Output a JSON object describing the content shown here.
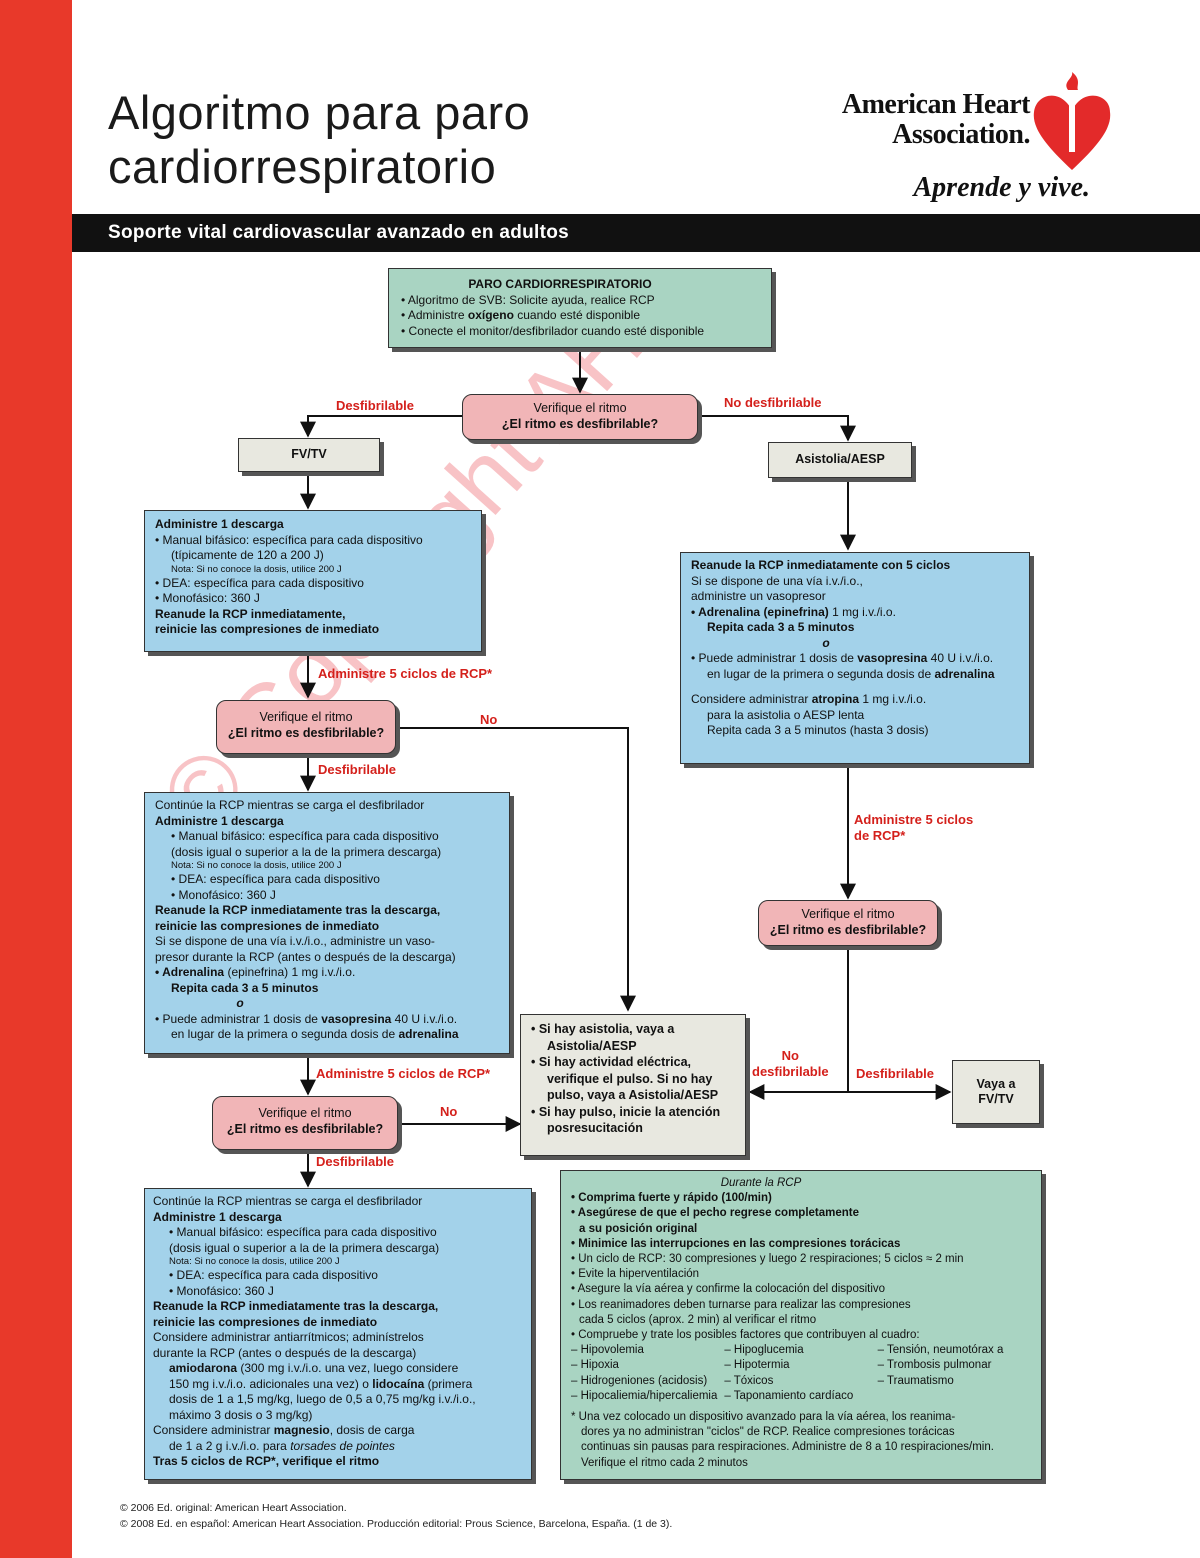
{
  "header": {
    "title_line1": "Algoritmo para paro",
    "title_line2": "cardiorrespiratorio",
    "logo_line1": "American Heart",
    "logo_line2": "Association.",
    "slogan": "Aprende y vive.",
    "band": "Soporte vital cardiovascular avanzado en adultos"
  },
  "colors": {
    "red_bar": "#e8392a",
    "teal": "#a9d4c2",
    "blue": "#a3d2ea",
    "pink": "#f1b5b7",
    "gray": "#e8e8e0",
    "label_red": "#d4201b"
  },
  "watermark": "© Copyright AHA",
  "start": {
    "title": "PARO CARDIORRESPIRATORIO",
    "l1": "• Algoritmo de SVB: Solicite ayuda, realice RCP",
    "l2a": "• Administre ",
    "l2b": "oxígeno",
    "l2c": " cuando esté disponible",
    "l3": "• Conecte el monitor/desfibrilador cuando esté disponible"
  },
  "check": {
    "l1": "Verifique el ritmo",
    "l2": "¿El ritmo es desfibrilable?"
  },
  "labels": {
    "shockable": "Desfibrilable",
    "not_shockable": "No desfibrilable",
    "cpr5": "Administre 5 ciclos de RCP*",
    "cpr5_a": "Administre 5 ciclos",
    "cpr5_b": "de RCP*",
    "no": "No",
    "no_shock_a": "No",
    "no_shock_b": "desfibrilable"
  },
  "fvtv": "FV/TV",
  "asystole": "Asistolia/AESP",
  "shock1": {
    "l1": "Administre 1 descarga",
    "l2": "• Manual bifásico: específica para cada dispositivo",
    "l3": "(típicamente de 120 a 200 J)",
    "note": "Nota: Si no conoce la dosis, utilice 200 J",
    "l4": "• DEA: específica para cada dispositivo",
    "l5": "• Monofásico: 360 J",
    "l6": "Reanude la RCP inmediatamente,",
    "l7": "reinicie las compresiones de inmediato"
  },
  "shock2": {
    "l0": "Continúe la RCP mientras se carga el desfibrilador",
    "l1": "Administre 1 descarga",
    "l2": "• Manual bifásico: específica para cada dispositivo",
    "l3": "(dosis igual o superior a la de la primera descarga)",
    "note": "Nota: Si no conoce la dosis, utilice 200 J",
    "l4": "• DEA: específica para cada dispositivo",
    "l5": "• Monofásico: 360 J",
    "l6": "Reanude la RCP inmediatamente tras la descarga,",
    "l7": "reinicie las compresiones de inmediato",
    "l8": "Si se dispone de una vía i.v./i.o., administre un vaso-",
    "l9": "presor durante la RCP (antes o después de la descarga)",
    "l10a": "• Adrenalina",
    "l10b": " (epinefrina) 1 mg i.v./i.o.",
    "l11": "Repita cada 3 a 5 minutos",
    "or": "o",
    "l12a": "• Puede administrar 1 dosis de ",
    "l12b": "vasopresina",
    "l12c": " 40 U i.v./i.o.",
    "l13a": "en lugar de la primera o segunda dosis de ",
    "l13b": "adrenalina"
  },
  "shock3": {
    "l0": "Continúe la RCP mientras se carga el desfibrilador",
    "l1": "Administre 1 descarga",
    "l2": "• Manual bifásico: específica para cada dispositivo",
    "l3": "(dosis igual o superior a la de la primera descarga)",
    "note": "Nota: Si no conoce la dosis, utilice 200 J",
    "l4": "• DEA: específica para cada dispositivo",
    "l5": "• Monofásico: 360 J",
    "l6": "Reanude la RCP inmediatamente tras la descarga,",
    "l7": "reinicie las compresiones de inmediato",
    "l8": "Considere administrar antiarrítmicos; adminístrelos",
    "l9": "durante la RCP (antes o después de la descarga)",
    "l10a": "amiodarona",
    "l10b": " (300 mg i.v./i.o. una vez, luego considere",
    "l11": "150 mg i.v./i.o. adicionales una vez) o ",
    "l11b": "lidocaína",
    "l11c": " (primera",
    "l12": "dosis de 1 a 1,5 mg/kg, luego de 0,5 a 0,75 mg/kg i.v./i.o.,",
    "l13": "máximo 3 dosis o 3 mg/kg)",
    "l14a": "Considere administrar ",
    "l14b": "magnesio",
    "l14c": ", dosis de carga",
    "l15a": "de 1 a 2 g i.v./i.o. para ",
    "l15b": "torsades de pointes",
    "l16": "Tras 5 ciclos de RCP*, verifique el ritmo"
  },
  "asys_box": {
    "l1": "Reanude la RCP inmediatamente con 5 ciclos",
    "l2": "Si se dispone de una vía i.v./i.o.,",
    "l3": "administre un vasopresor",
    "l4a": "• Adrenalina (epinefrina)",
    "l4b": " 1 mg i.v./i.o.",
    "l5": "Repita cada 3 a 5 minutos",
    "or": "o",
    "l6a": "• Puede administrar 1 dosis de ",
    "l6b": "vasopresina",
    "l6c": " 40 U i.v./i.o.",
    "l7a": "en lugar de la primera o segunda dosis de ",
    "l7b": "adrenalina",
    "l8a": "Considere administrar ",
    "l8b": "atropina",
    "l8c": " 1 mg i.v./i.o.",
    "l9": "para la asistolia o AESP lenta",
    "l10": "Repita cada 3 a 5 minutos (hasta 3 dosis)"
  },
  "gray_box": {
    "l1": "• Si hay asistolia, vaya a",
    "l2": "Asistolia/AESP",
    "l3": "• Si hay actividad eléctrica,",
    "l4": "verifique el pulso. Si no hay",
    "l5": "pulso, vaya a Asistolia/AESP",
    "l6": "• Si hay pulso, inicie la atención",
    "l7": "posresucitación"
  },
  "goto_fvtv": {
    "l1": "Vaya a",
    "l2": "FV/TV"
  },
  "during": {
    "title": "Durante la RCP",
    "b1": "• Comprima fuerte y rápido (100/min)",
    "b2": "• Asegúrese de que el pecho regrese completamente",
    "b2b": "a su posición original",
    "b3": "• Minimice las interrupciones en las compresiones torácicas",
    "b4": "• Un ciclo de RCP: 30 compresiones y luego 2 respiraciones; 5 ciclos ≈ 2 min",
    "b5": "• Evite la hiperventilación",
    "b6": "• Asegure la vía aérea y confirme la colocación del dispositivo",
    "b7": "• Los reanimadores deben turnarse para realizar las compresiones",
    "b7b": "cada 5 ciclos (aprox. 2 min) al verificar el ritmo",
    "b8": "• Compruebe y trate los posibles factores que contribuyen al cuadro:",
    "factors": [
      [
        "– Hipovolemia",
        "– Hipoglucemia",
        "– Tensión, neumotórax a"
      ],
      [
        "– Hipoxia",
        "– Hipotermia",
        "– Trombosis pulmonar"
      ],
      [
        "– Hidrogeniones (acidosis)",
        "– Tóxicos",
        "– Traumatismo"
      ],
      [
        "– Hipocaliemia/hipercaliemia",
        "– Taponamiento cardíaco",
        ""
      ]
    ],
    "f1": "* Una vez colocado un dispositivo avanzado para la vía aérea, los reanima-",
    "f2": "dores ya no administran \"ciclos\" de RCP. Realice compresiones torácicas",
    "f3": "continuas sin pausas para respiraciones. Administre de 8 a 10 respiraciones/min.",
    "f4": "Verifique el ritmo cada 2 minutos"
  },
  "footer": {
    "l1": "© 2006 Ed. original: American Heart Association.",
    "l2": "© 2008 Ed. en español: American Heart Association. Producción editorial: Prous Science, Barcelona, España. (1 de 3)."
  }
}
